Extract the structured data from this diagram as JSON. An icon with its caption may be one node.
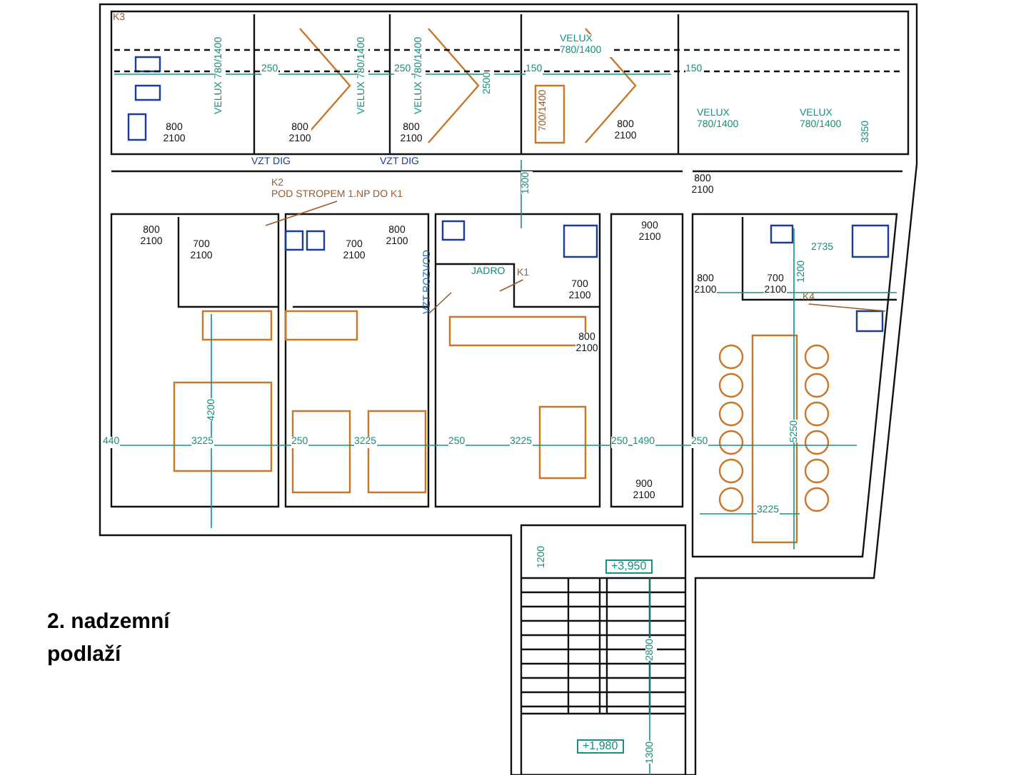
{
  "diagram": {
    "caption": "2. nadzemní podlaží",
    "nodes": [
      {
        "text": [
          "K1"
        ]
      },
      {
        "text": [
          "K2",
          "POD STROPEM 1.NP DO K1"
        ]
      },
      {
        "text": [
          "K4"
        ]
      },
      {
        "text": [
          "VZT ROZVOD"
        ]
      }
    ],
    "edges": [
      {
        "from": 0,
        "to": null,
        "arrow": "none"
      },
      {
        "from": 1,
        "to": null,
        "arrow": "none"
      },
      {
        "from": 2,
        "to": null,
        "arrow": "none"
      },
      {
        "from": 3,
        "to": null,
        "arrow": "none"
      }
    ],
    "labels": [
      "K3",
      "VELUX 780/1400",
      "250",
      "VELUX 780/1400",
      "250",
      "VELUX 780/1400",
      "2500",
      "VELUX 780/1400",
      "700/1400",
      "150",
      "150",
      "800 2100",
      "800 2100",
      "800 2100",
      "800 2100",
      "VELUX 780/1400",
      "VELUX 780/1400",
      "3350",
      "VZT DIG",
      "VZT DIG",
      "1300",
      "800 2100",
      "800 2100",
      "700 2100",
      "700 2100",
      "800 2100",
      "JADRO",
      "700 2100",
      "900 2100",
      "800 2100",
      "800 2100",
      "700 2100",
      "2735",
      "1200",
      "4200",
      "440",
      "3225",
      "250",
      "3225",
      "250",
      "3225",
      "250",
      "1490",
      "250",
      "5250",
      "900 2100",
      "3225",
      "1200",
      "+3,950",
      "2800",
      "+1,980",
      "1300"
    ]
  }
}
